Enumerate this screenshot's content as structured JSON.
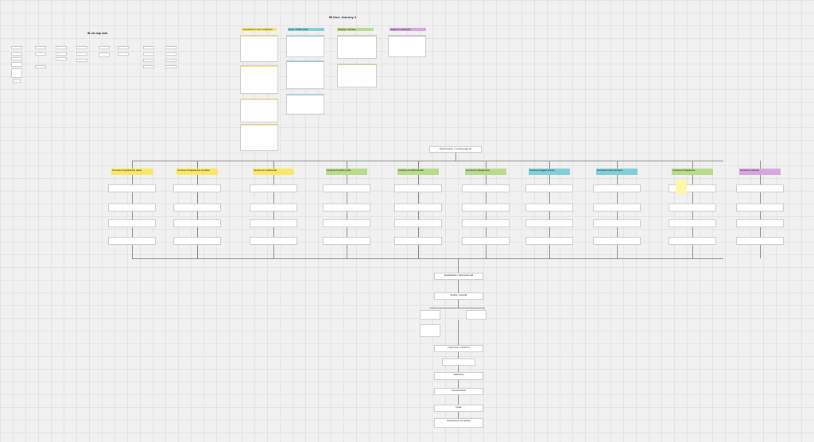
{
  "board_title": "IB User Journey 4",
  "left_title": "IB Lite map draft",
  "top_headers": {
    "y": "Impostazioni e conti / Anagrafica",
    "t": "Home / Profilo utente",
    "g": "Catalogo / Acquisto",
    "p": "Supporto / Assistenza"
  },
  "start_node": "Registrazione / Landing page IB",
  "mid_nodes": {
    "m1": "Registrazione / Inserimento dati",
    "m2": "Verifica / Controllo",
    "m3": "Inserimento / Conferma",
    "m4": "Validazione",
    "m5": "Completamento",
    "m6": "Finale",
    "m7": "Registrazione completata"
  },
  "branch_headers": [
    "Funzione di registrazione rapida",
    "Funzione di registrazione completa",
    "Funzione di modifica dati",
    "Funzione di cambio profilo",
    "Funzione di verifica identità",
    "Funzione di collegamento",
    "Funzione di aggiornamento",
    "Funzione di invio documenti",
    "Funzione di integrazione",
    "Funzione di chiusura"
  ]
}
